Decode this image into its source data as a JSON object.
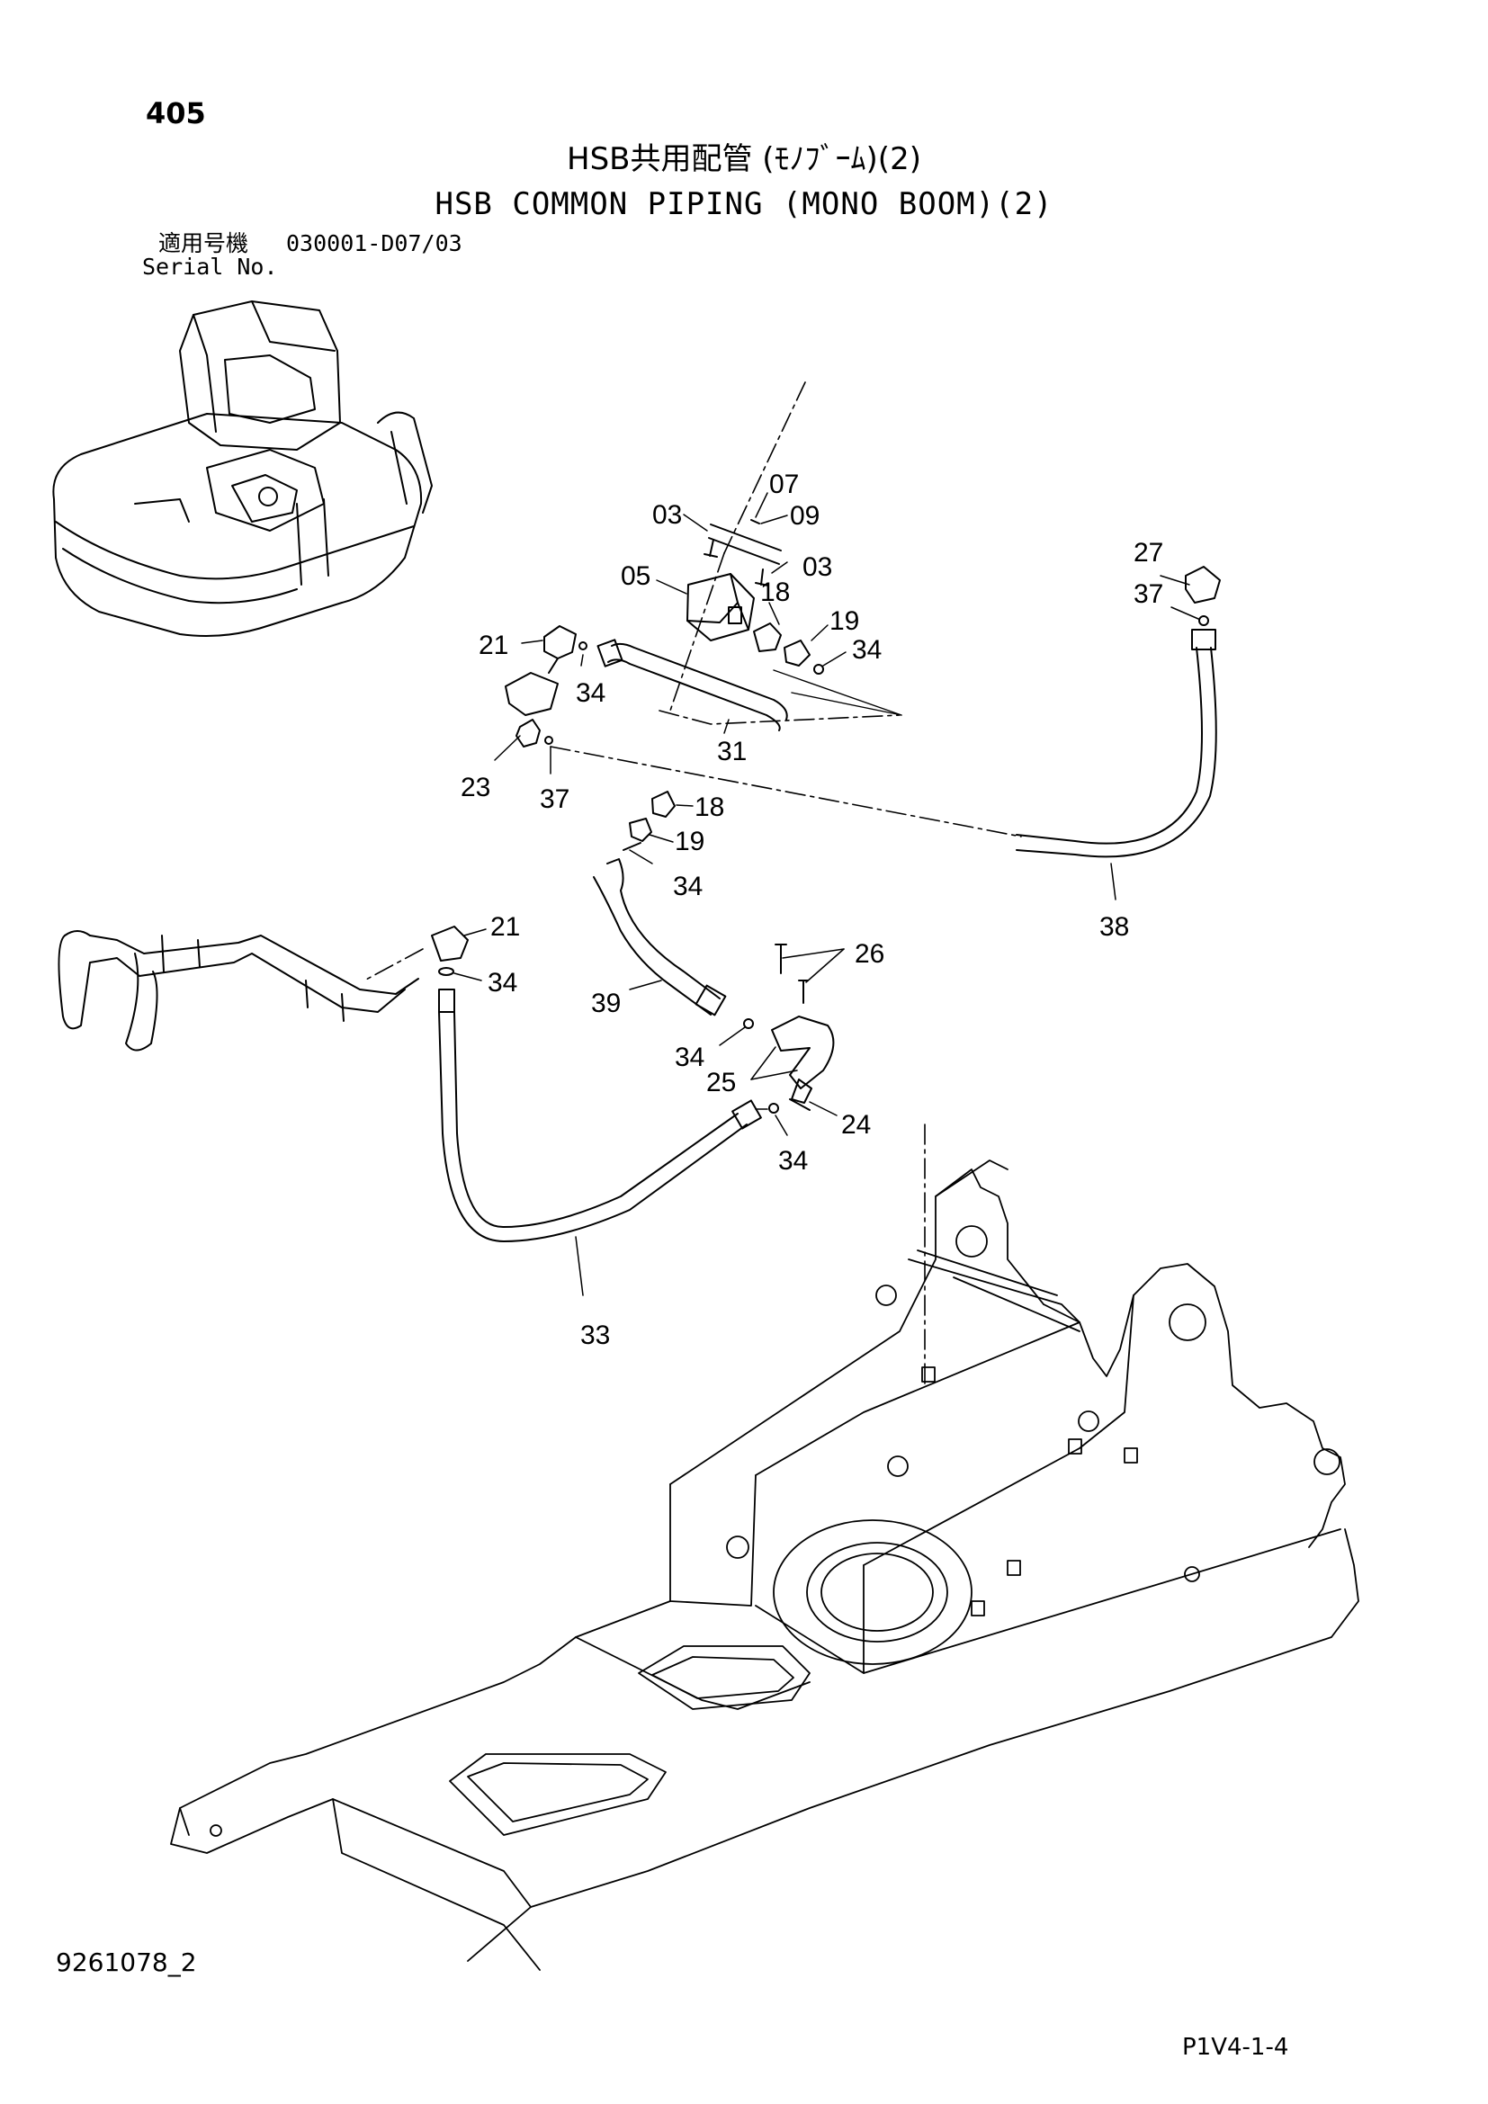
{
  "header": {
    "page_number": "405",
    "title_jp": "HSB共用配管 (ﾓﾉﾌﾞｰﾑ)(2)",
    "title_en": "HSB COMMON PIPING (MONO BOOM)(2)",
    "serial_label_jp": "適用号機",
    "serial_range": "030001-D07/03",
    "serial_label_en": "Serial No."
  },
  "part_labels": {
    "p03a": "03",
    "p07": "07",
    "p09": "09",
    "p03b": "03",
    "p05": "05",
    "p18a": "18",
    "p19a": "19",
    "p34a": "34",
    "p21a": "21",
    "p34b": "34",
    "p31": "31",
    "p23": "23",
    "p37a": "37",
    "p27": "27",
    "p37b": "37",
    "p18b": "18",
    "p19b": "19",
    "p34c": "34",
    "p38": "38",
    "p21b": "21",
    "p34d": "34",
    "p26": "26",
    "p39": "39",
    "p34e": "34",
    "p25": "25",
    "p24": "24",
    "p34f": "34",
    "p33": "33"
  },
  "footer": {
    "drawing_number": "9261078_2",
    "page_code": "P1V4-1-4"
  }
}
